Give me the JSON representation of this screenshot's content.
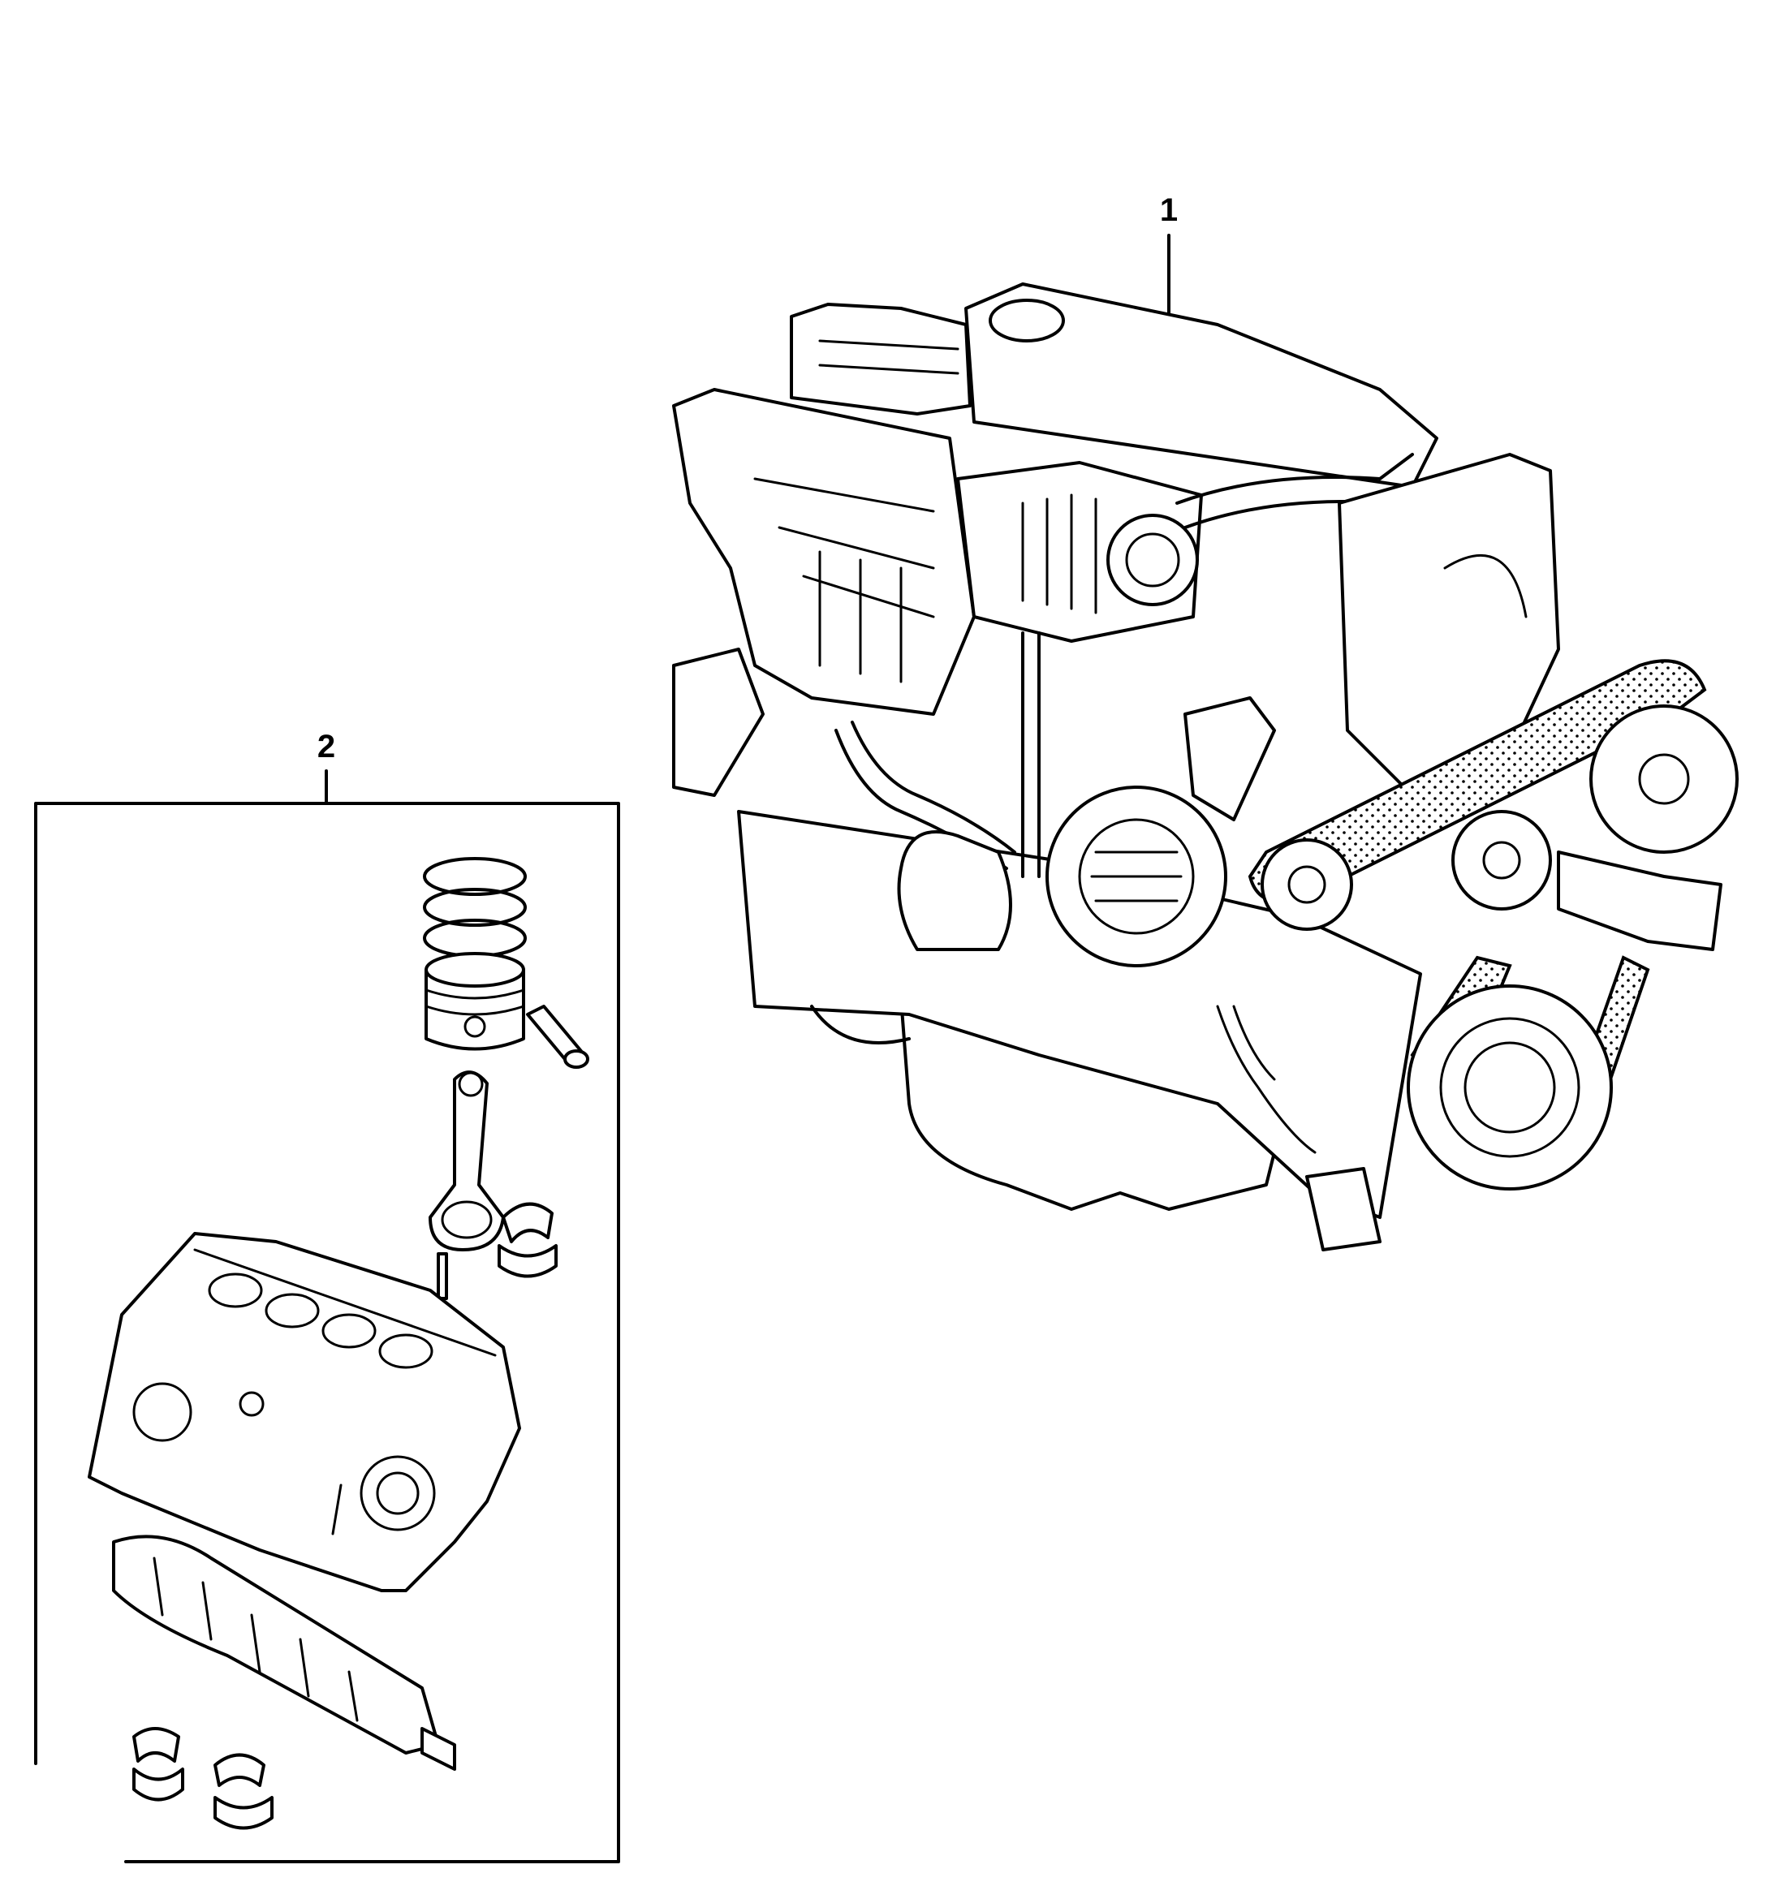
{
  "callouts": [
    {
      "id": "1",
      "label": "1"
    },
    {
      "id": "2",
      "label": "2"
    }
  ],
  "icons": {
    "engine_assembly": "engine-assembly-illustration",
    "short_block_kit": "short-block-kit-illustration"
  }
}
